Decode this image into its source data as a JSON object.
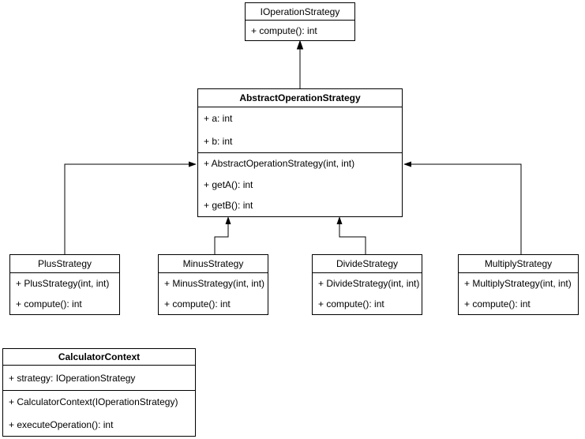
{
  "canvas": {
    "background_color": "#ffffff",
    "line_color": "#000000",
    "text_color": "#000000"
  },
  "diagram_type": "uml-class-diagram",
  "classes": [
    {
      "name": "IOperationStrategy",
      "fields": [],
      "methods": [
        "+ compute(): int"
      ]
    },
    {
      "name": "AbstractOperationStrategy",
      "fields": [
        "+ a: int",
        "+ b: int"
      ],
      "methods": [
        "+ AbstractOperationStrategy(int, int)",
        "+ getA(): int",
        "+ getB(): int"
      ]
    },
    {
      "name": "PlusStrategy",
      "fields": [],
      "methods": [
        "+ PlusStrategy(int, int)",
        "+ compute(): int"
      ]
    },
    {
      "name": "MinusStrategy",
      "fields": [],
      "methods": [
        "+ MinusStrategy(int, int)",
        "+ compute(): int"
      ]
    },
    {
      "name": "DivideStrategy",
      "fields": [],
      "methods": [
        "+ DivideStrategy(int, int)",
        "+ compute(): int"
      ]
    },
    {
      "name": "MultiplyStrategy",
      "fields": [],
      "methods": [
        "+ MultiplyStrategy(int, int)",
        "+ compute(): int"
      ]
    },
    {
      "name": "CalculatorContext",
      "fields": [
        "+ strategy: IOperationStrategy"
      ],
      "methods": [
        "+ CalculatorContext(IOperationStrategy)",
        "+ executeOperation(): int"
      ]
    }
  ],
  "relationships": [
    {
      "from": "AbstractOperationStrategy",
      "to": "IOperationStrategy",
      "style": "solid-arrow"
    },
    {
      "from": "PlusStrategy",
      "to": "AbstractOperationStrategy",
      "style": "solid-arrow"
    },
    {
      "from": "MinusStrategy",
      "to": "AbstractOperationStrategy",
      "style": "solid-arrow"
    },
    {
      "from": "DivideStrategy",
      "to": "AbstractOperationStrategy",
      "style": "solid-arrow"
    },
    {
      "from": "MultiplyStrategy",
      "to": "AbstractOperationStrategy",
      "style": "solid-arrow"
    }
  ]
}
